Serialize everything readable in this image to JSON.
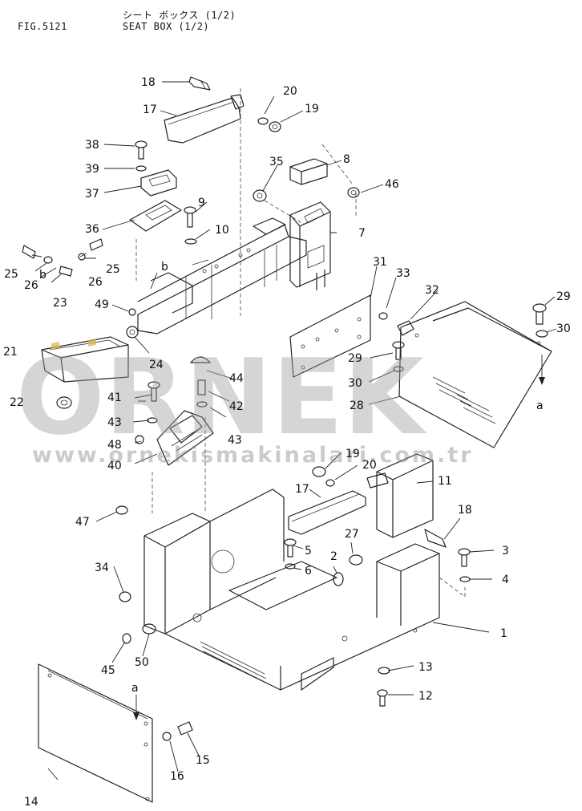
{
  "header": {
    "figure_no": "FIG.5121",
    "title_jp": "シート ボックス (1/2)",
    "title_en": "SEAT BOX (1/2)"
  },
  "watermark": {
    "brand": "ORNEK",
    "url": "www.ornekismakinalari.com.tr"
  },
  "callouts": {
    "c1": "1",
    "c2": "2",
    "c3": "3",
    "c4": "4",
    "c5": "5",
    "c6": "6",
    "c7": "7",
    "c8": "8",
    "c9": "9",
    "c10": "10",
    "c11": "11",
    "c12": "12",
    "c13": "13",
    "c14": "14",
    "c15": "15",
    "c16": "16",
    "c17a": "17",
    "c17b": "17",
    "c18a": "18",
    "c18b": "18",
    "c19a": "19",
    "c19b": "19",
    "c20a": "20",
    "c20b": "20",
    "c21": "21",
    "c22": "22",
    "c23": "23",
    "c24": "24",
    "c25a": "25",
    "c25b": "25",
    "c26a": "26",
    "c26b": "26",
    "c27": "27",
    "c28": "28",
    "c29a": "29",
    "c29b": "29",
    "c30a": "30",
    "c30b": "30",
    "c31": "31",
    "c32": "32",
    "c33": "33",
    "c34": "34",
    "c35": "35",
    "c36": "36",
    "c37": "37",
    "c38": "38",
    "c39": "39",
    "c40": "40",
    "c41": "41",
    "c42": "42",
    "c43a": "43",
    "c43b": "43",
    "c44": "44",
    "c45": "45",
    "c46": "46",
    "c47": "47",
    "c48": "48",
    "c49": "49",
    "c50": "50"
  },
  "refs": {
    "a1": "a",
    "a2": "a",
    "b1": "b",
    "b2": "b"
  }
}
